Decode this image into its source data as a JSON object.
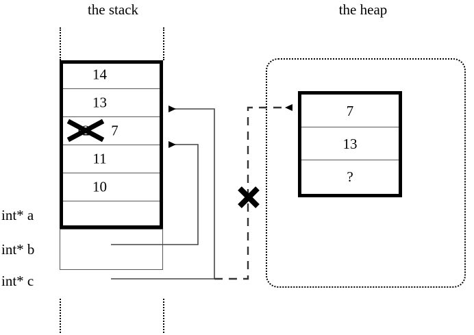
{
  "diagram": {
    "stack_title": "the stack",
    "heap_title": "the heap"
  },
  "stack": {
    "allocated_cells": [
      {
        "value": "14"
      },
      {
        "value": "13"
      },
      {
        "value": "12",
        "struck": true,
        "new_value": "7"
      },
      {
        "value": "11"
      },
      {
        "value": "10"
      }
    ],
    "pointer_cells": [
      {
        "label": "int* b",
        "value": ""
      },
      {
        "label": "int* c",
        "value": ""
      }
    ],
    "labels": [
      {
        "text": "int* a"
      },
      {
        "text": "int* b"
      },
      {
        "text": "int* c"
      }
    ]
  },
  "heap": {
    "cells": [
      {
        "value": "7"
      },
      {
        "value": "13"
      },
      {
        "value": "?"
      }
    ]
  },
  "annotations": {
    "invalidated_mark": "X",
    "struck_value_mark": "X"
  },
  "colors": {
    "stroke": "#000000",
    "thin_stroke": "#555555",
    "background": "#ffffff"
  }
}
